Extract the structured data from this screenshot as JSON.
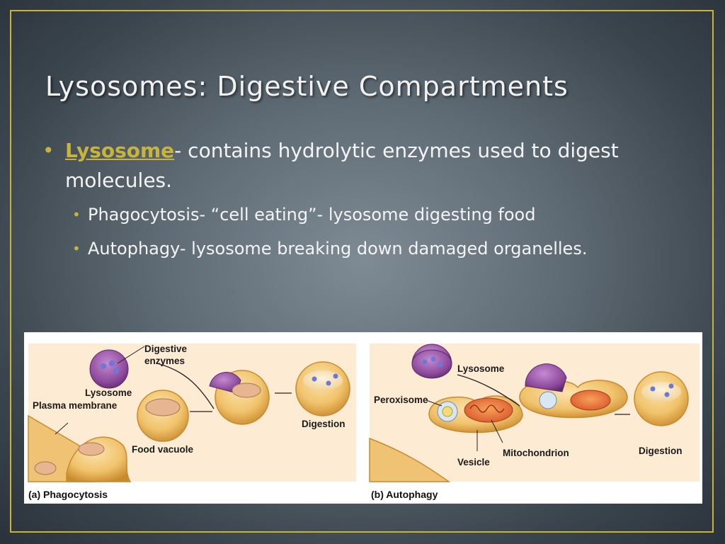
{
  "slide": {
    "title": "Lysosomes: Digestive Compartments",
    "bullet_main": {
      "term": "Lysosome",
      "text": "- contains hydrolytic enzymes used to digest molecules."
    },
    "sub_bullets": [
      "Phagocytosis- “cell eating”- lysosome digesting food",
      "Autophagy- lysosome breaking down damaged organelles."
    ],
    "bullet_glyph": "•",
    "accent_color": "#c8b43c"
  },
  "diagram": {
    "panel_a": {
      "caption": "(a) Phagocytosis",
      "labels": {
        "digestive_enzymes_1": "Digestive",
        "digestive_enzymes_2": "enzymes",
        "lysosome": "Lysosome",
        "plasma_membrane": "Plasma membrane",
        "food_vacuole": "Food vacuole",
        "digestion": "Digestion"
      }
    },
    "panel_b": {
      "caption": "(b) Autophagy",
      "labels": {
        "lysosome": "Lysosome",
        "peroxisome": "Peroxisome",
        "mitochondrion": "Mitochondrion",
        "vesicle": "Vesicle",
        "digestion": "Digestion"
      }
    }
  }
}
